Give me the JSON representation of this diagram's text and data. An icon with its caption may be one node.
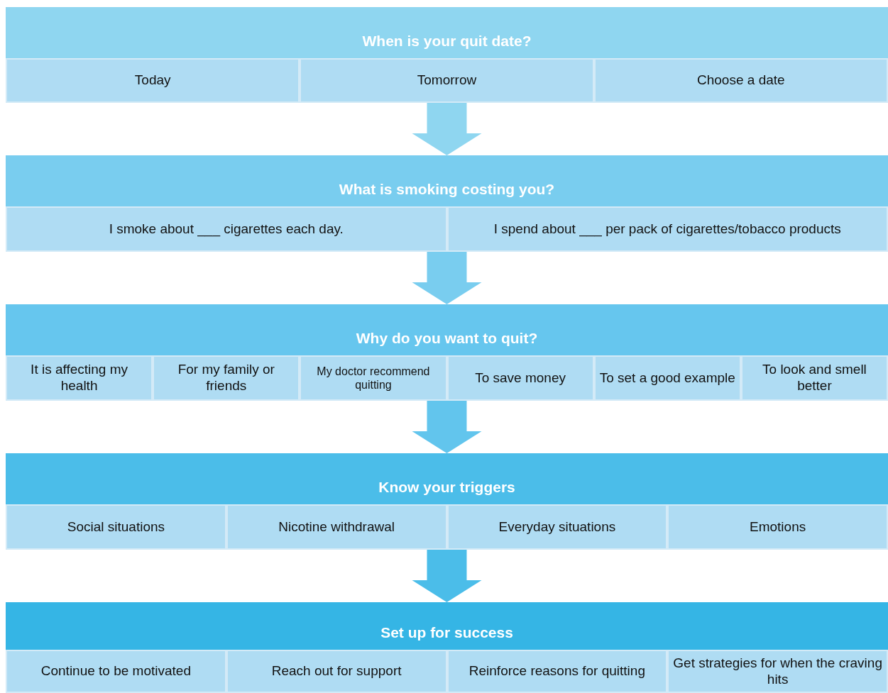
{
  "diagram": {
    "nodes": [
      {
        "text": [
          "When is your quit date?"
        ]
      },
      {
        "text": [
          "Today"
        ],
        "in": 0
      },
      {
        "text": [
          "Tomorrow"
        ],
        "in": 0
      },
      {
        "text": [
          "Choose a date"
        ],
        "in": 0
      },
      {
        "text": [
          "What is smoking costing you?"
        ]
      },
      {
        "text": [
          "I smoke about ___ cigarettes each day."
        ],
        "in": 4
      },
      {
        "text": [
          "I spend about ___ per pack of cigarettes/tobacco products"
        ],
        "in": 4
      },
      {
        "text": [
          "Why do you want to quit?"
        ]
      },
      {
        "text": [
          "It is affecting my health"
        ],
        "in": 7
      },
      {
        "text": [
          "For my family or friends"
        ],
        "in": 7
      },
      {
        "text": [
          "My doctor recommend quitting"
        ],
        "in": 7
      },
      {
        "text": [
          "To save money"
        ],
        "in": 7
      },
      {
        "text": [
          "To set a good example"
        ],
        "in": 7
      },
      {
        "text": [
          "To look and smell better"
        ],
        "in": 7
      },
      {
        "text": [
          "Know your triggers"
        ]
      },
      {
        "text": [
          "Social situations"
        ],
        "in": 14
      },
      {
        "text": [
          "Nicotine withdrawal"
        ],
        "in": 14
      },
      {
        "text": [
          "Everyday situations"
        ],
        "in": 14
      },
      {
        "text": [
          "Emotions"
        ],
        "in": 14
      },
      {
        "text": [
          "Set up for success"
        ]
      },
      {
        "text": [
          "Continue to be motivated"
        ],
        "in": 19
      },
      {
        "text": [
          "Reach out for support"
        ],
        "in": 19
      },
      {
        "text": [
          "Reinforce reasons for quitting"
        ],
        "in": 19
      },
      {
        "text": [
          "Get strategies for when the craving hits"
        ],
        "in": 19
      }
    ],
    "edges": [
      {
        "from": 0,
        "to": 4,
        "arrow": "to",
        "color": "#8fd6f0"
      },
      {
        "from": 4,
        "to": 7,
        "arrow": "to",
        "color": "#79cdef"
      },
      {
        "from": 7,
        "to": 14,
        "arrow": "to",
        "color": "#62c5ed"
      },
      {
        "from": 14,
        "to": 19,
        "arrow": "to",
        "color": "#4bbde9"
      }
    ]
  }
}
